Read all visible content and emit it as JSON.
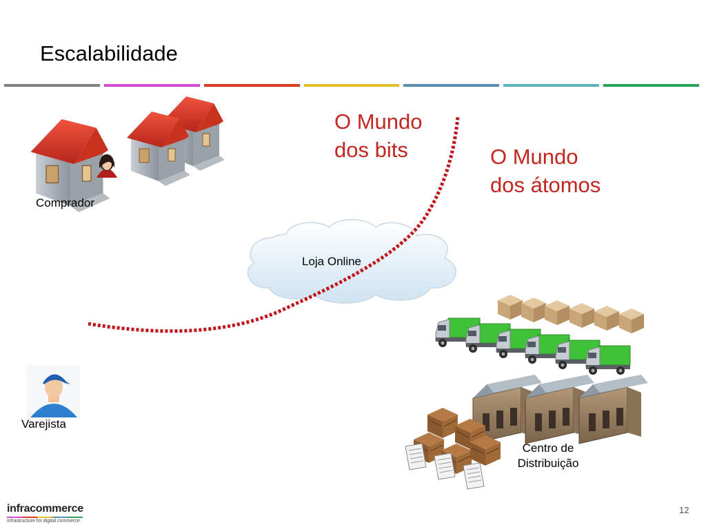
{
  "slide": {
    "title": "Escalabilidade",
    "page_number": "12"
  },
  "header_stripe": {
    "colors": [
      "#7f7f7f",
      "#d64bd6",
      "#d93b26",
      "#e6c02a",
      "#5d8fb3",
      "#5fb3bf",
      "#2aa35c"
    ]
  },
  "diagram": {
    "bits_label_line1": "O Mundo",
    "bits_label_line2": "dos bits",
    "atoms_label_line1": "O Mundo",
    "atoms_label_line2": "dos átomos",
    "comprador_label": "Comprador",
    "loja_label": "Loja Online",
    "varejista_label": "Varejista",
    "centro_label_line1": "Centro de",
    "centro_label_line2": "Distribuição",
    "divider_color": "#c3131b",
    "label_color": "#c3261f"
  },
  "footer": {
    "logo_name": "infracommerce",
    "logo_tagline": "infrastructure for digital commerce"
  }
}
